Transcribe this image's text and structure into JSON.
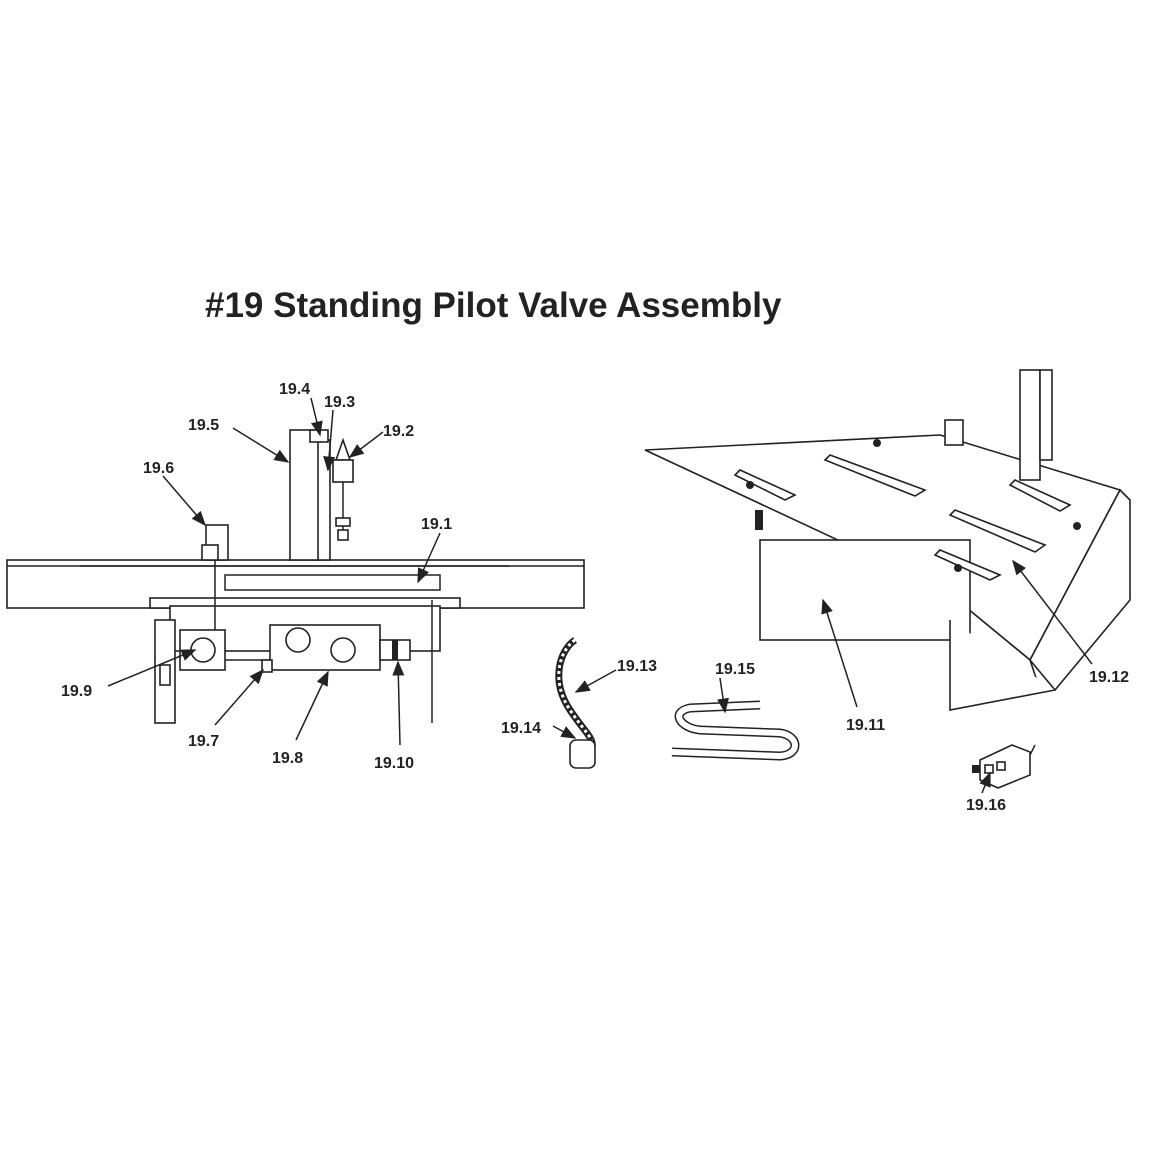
{
  "title": "#19 Standing Pilot Valve Assembly",
  "callouts": {
    "c19_1": "19.1",
    "c19_2": "19.2",
    "c19_3": "19.3",
    "c19_4": "19.4",
    "c19_5": "19.5",
    "c19_6": "19.6",
    "c19_7": "19.7",
    "c19_8": "19.8",
    "c19_9": "19.9",
    "c19_10": "19.10",
    "c19_11": "19.11",
    "c19_12": "19.12",
    "c19_13": "19.13",
    "c19_14": "19.14",
    "c19_15": "19.15",
    "c19_16": "19.16"
  }
}
